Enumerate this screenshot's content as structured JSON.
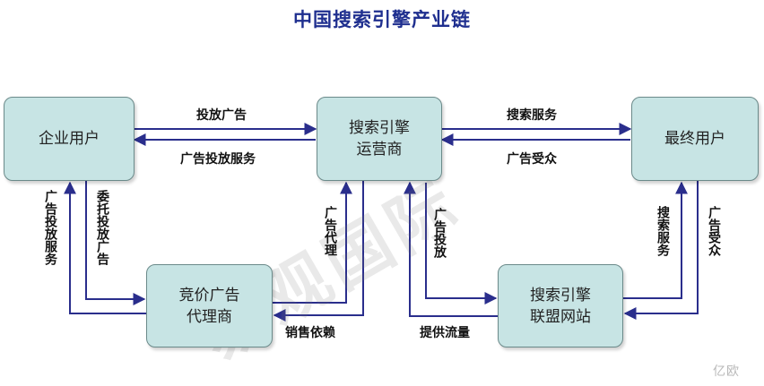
{
  "title": "中国搜索引擎产业链",
  "nodes": {
    "enterprise": "企业用户",
    "search_operator": [
      "搜索引擎",
      "运营商"
    ],
    "end_user": "最终用户",
    "bidding_agent": [
      "竞价广告",
      "代理商"
    ],
    "alliance": [
      "搜索引擎",
      "联盟网站"
    ]
  },
  "edges": {
    "enterprise_to_operator": "投放广告",
    "operator_to_enterprise": "广告投放服务",
    "operator_to_enduser": "搜索服务",
    "enduser_to_operator": "广告受众",
    "enterprise_to_agent_left": "广告投放服务",
    "enterprise_to_agent_right": "委托投放广告",
    "agent_to_operator": "广告代理",
    "operator_to_agent": "销售依赖",
    "operator_to_alliance": "广告投放",
    "alliance_to_operator": "提供流量",
    "alliance_to_enduser": "搜索服务",
    "enduser_to_alliance": "广告受众"
  },
  "watermark": "易观国际",
  "logo": "亿欧",
  "colors": {
    "title": "#1f2f8f",
    "node_fill": "#c7e4e4",
    "arrow": "#2a2e8c"
  }
}
